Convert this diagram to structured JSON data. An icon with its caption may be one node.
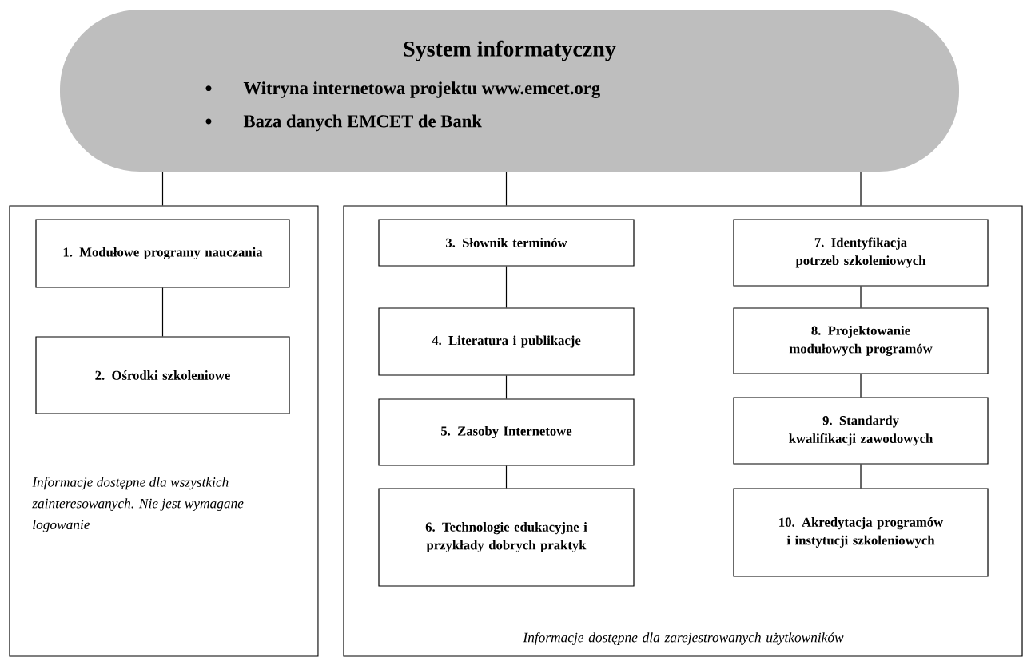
{
  "diagram": {
    "nodes": [
      {
        "text": [
          "System informatyczny",
          "Witryna internetowa projektu www.emcet.org",
          "Baza danych EMCET de Bank"
        ]
      },
      {
        "text": [
          "Informacje dostępne dla wszystkich zainteresowanych. Nie jest wymagane logowanie"
        ]
      },
      {
        "text": [
          "1. Modułowe programy nauczania"
        ],
        "in": 1
      },
      {
        "text": [
          "2. Ośrodki szkoleniowe"
        ],
        "in": 1
      },
      {
        "text": [
          "Informacje dostępne dla zarejestrowanych użytkowników"
        ]
      },
      {
        "text": [
          "3. Słownik terminów"
        ],
        "in": 4
      },
      {
        "text": [
          "4. Literatura i publikacje"
        ],
        "in": 4
      },
      {
        "text": [
          "5. Zasoby Internetowe"
        ],
        "in": 4
      },
      {
        "text": [
          "6. Technologie edukacyjne i przykłady dobrych praktyk"
        ],
        "in": 4
      },
      {
        "text": [
          "7. Identyfikacja potrzeb szkoleniowych"
        ],
        "in": 4
      },
      {
        "text": [
          "8. Projektowanie modułowych programów"
        ],
        "in": 4
      },
      {
        "text": [
          "9. Standardy kwalifikacji zawodowych"
        ],
        "in": 4
      },
      {
        "text": [
          "10. Akredytacja programów i instytucji szkoleniowych"
        ],
        "in": 4
      }
    ],
    "edges": [
      {
        "from": 0,
        "to": 1,
        "arrow": "none"
      },
      {
        "from": 0,
        "to": 4,
        "arrow": "none"
      },
      {
        "from": 0,
        "to": 4,
        "arrow": "none"
      },
      {
        "from": 2,
        "to": 3,
        "arrow": "none"
      },
      {
        "from": 5,
        "to": 6,
        "arrow": "none"
      },
      {
        "from": 6,
        "to": 7,
        "arrow": "none"
      },
      {
        "from": 7,
        "to": 8,
        "arrow": "none"
      },
      {
        "from": 9,
        "to": 10,
        "arrow": "none"
      },
      {
        "from": 10,
        "to": 11,
        "arrow": "none"
      },
      {
        "from": 11,
        "to": 12,
        "arrow": "none"
      }
    ]
  }
}
